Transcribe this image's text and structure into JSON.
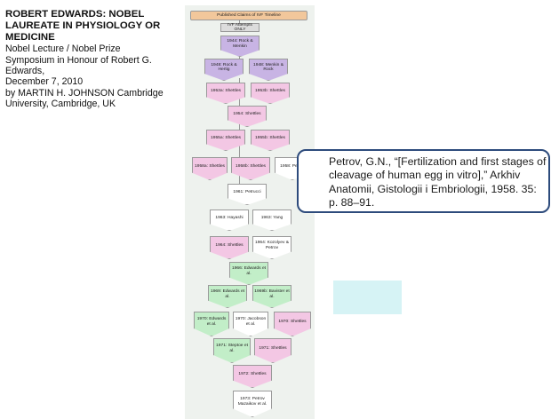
{
  "slide": {
    "title": "ROBERT EDWARDS: NOBEL LAUREATE IN PHYSIOLOGY OR MEDICINE",
    "lines": [
      "Nobel Lecture / Nobel Prize",
      "Symposium in Honour of Robert G.",
      "Edwards,",
      "December 7, 2010",
      "by MARTIN H. JOHNSON Cambridge",
      "University, Cambridge, UK"
    ]
  },
  "timeline": {
    "header": "Published Claims of IVF Timeline",
    "subheader": "IVF Attempts ONLY",
    "nodes": [
      {
        "id": "n1944",
        "label": "1944: Rock & Menkin",
        "color": "#c8b4e4"
      },
      {
        "id": "n1948a",
        "label": "1948: Rock & Hertig",
        "color": "#c8b4e4"
      },
      {
        "id": "n1948b",
        "label": "1948: Menkin & Rock",
        "color": "#c8b4e4"
      },
      {
        "id": "n1953a",
        "label": "1953a: Shettles",
        "color": "#f3c7e4"
      },
      {
        "id": "n1953b",
        "label": "1953b: Shettles",
        "color": "#f3c7e4"
      },
      {
        "id": "n1954",
        "label": "1954: Shettles",
        "color": "#f3c7e4"
      },
      {
        "id": "n1955a",
        "label": "1955a: Shettles",
        "color": "#f3c7e4"
      },
      {
        "id": "n1955b",
        "label": "1955b: Shettles",
        "color": "#f3c7e4"
      },
      {
        "id": "n1958a",
        "label": "1958a: Shettles",
        "color": "#f3c7e4"
      },
      {
        "id": "n1958b",
        "label": "1958b: Shettles",
        "color": "#f3c7e4"
      },
      {
        "id": "n1958p",
        "label": "1958: Petrov",
        "color": "#ffffff"
      },
      {
        "id": "n1961",
        "label": "1961: Petrucci",
        "color": "#ffffff"
      },
      {
        "id": "n1963a",
        "label": "1963: Hayashi",
        "color": "#ffffff"
      },
      {
        "id": "n1963b",
        "label": "1963: Yang",
        "color": "#ffffff"
      },
      {
        "id": "n1964a",
        "label": "1964: Shettles",
        "color": "#f3c7e4"
      },
      {
        "id": "n1964b",
        "label": "1964: Kozolyev & Petrov",
        "color": "#ffffff"
      },
      {
        "id": "n1966",
        "label": "1966: Edwards et al.",
        "color": "#c2eec8"
      },
      {
        "id": "n1969a",
        "label": "1969: Edwards et al.",
        "color": "#c2eec8"
      },
      {
        "id": "n1969b",
        "label": "1969b: Bavister et al.",
        "color": "#c2eec8"
      },
      {
        "id": "n1970a",
        "label": "1970: Edwards et al.",
        "color": "#c2eec8"
      },
      {
        "id": "n1970b",
        "label": "1970: Jacobson et al.",
        "color": "#ffffff"
      },
      {
        "id": "n1970c",
        "label": "1970: Shettles",
        "color": "#f3c7e4"
      },
      {
        "id": "n1971a",
        "label": "1971: Steptoe et al.",
        "color": "#c2eec8"
      },
      {
        "id": "n1971b",
        "label": "1971: Shettles",
        "color": "#f3c7e4"
      },
      {
        "id": "n1972",
        "label": "1972: Shettles",
        "color": "#f3c7e4"
      },
      {
        "id": "n1973",
        "label": "1973: Petrov Mazaikov et al.",
        "color": "#ffffff"
      }
    ]
  },
  "callout": {
    "text": "Petrov, G.N., “[Fertilization and first stages of cleavage of human egg in vitro],” Arkhiv Anatomii, Gistologii i Embriologii, 1958. 35: p. 88–91."
  }
}
